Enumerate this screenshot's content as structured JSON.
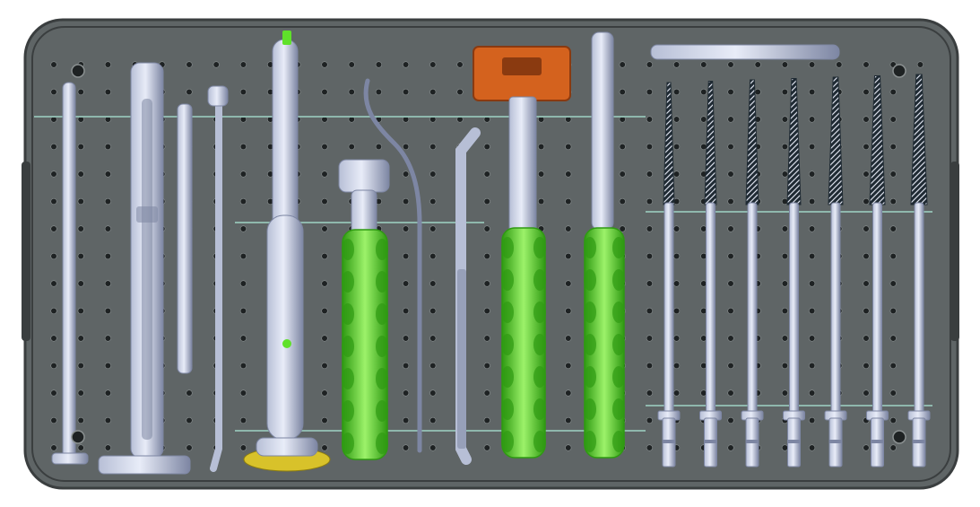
{
  "scene": {
    "subject": "surgical-instrument-tray",
    "colors": {
      "background": "#ffffff",
      "tray": "#5f6566",
      "tray_edge": "#3a3e3f",
      "hole": "#1e2223",
      "hole_rim": "#8a9091",
      "rail": "#8fb8ad",
      "steel_light": "#e8ecf8",
      "steel_mid": "#b7bfd6",
      "steel_dark": "#7d86a3",
      "grip": "#5fe12a",
      "grip_light": "#9cf26a",
      "grip_dark": "#2f9a12",
      "cap_gold": "#d8c22a",
      "mallet_head": "#d4621e",
      "mallet_dark": "#8a3a10",
      "cut_dark": "#1f2a33",
      "cut_light": "#d9dee9"
    },
    "counts": {
      "tapered_drills": 7,
      "green_handles": 3
    }
  }
}
